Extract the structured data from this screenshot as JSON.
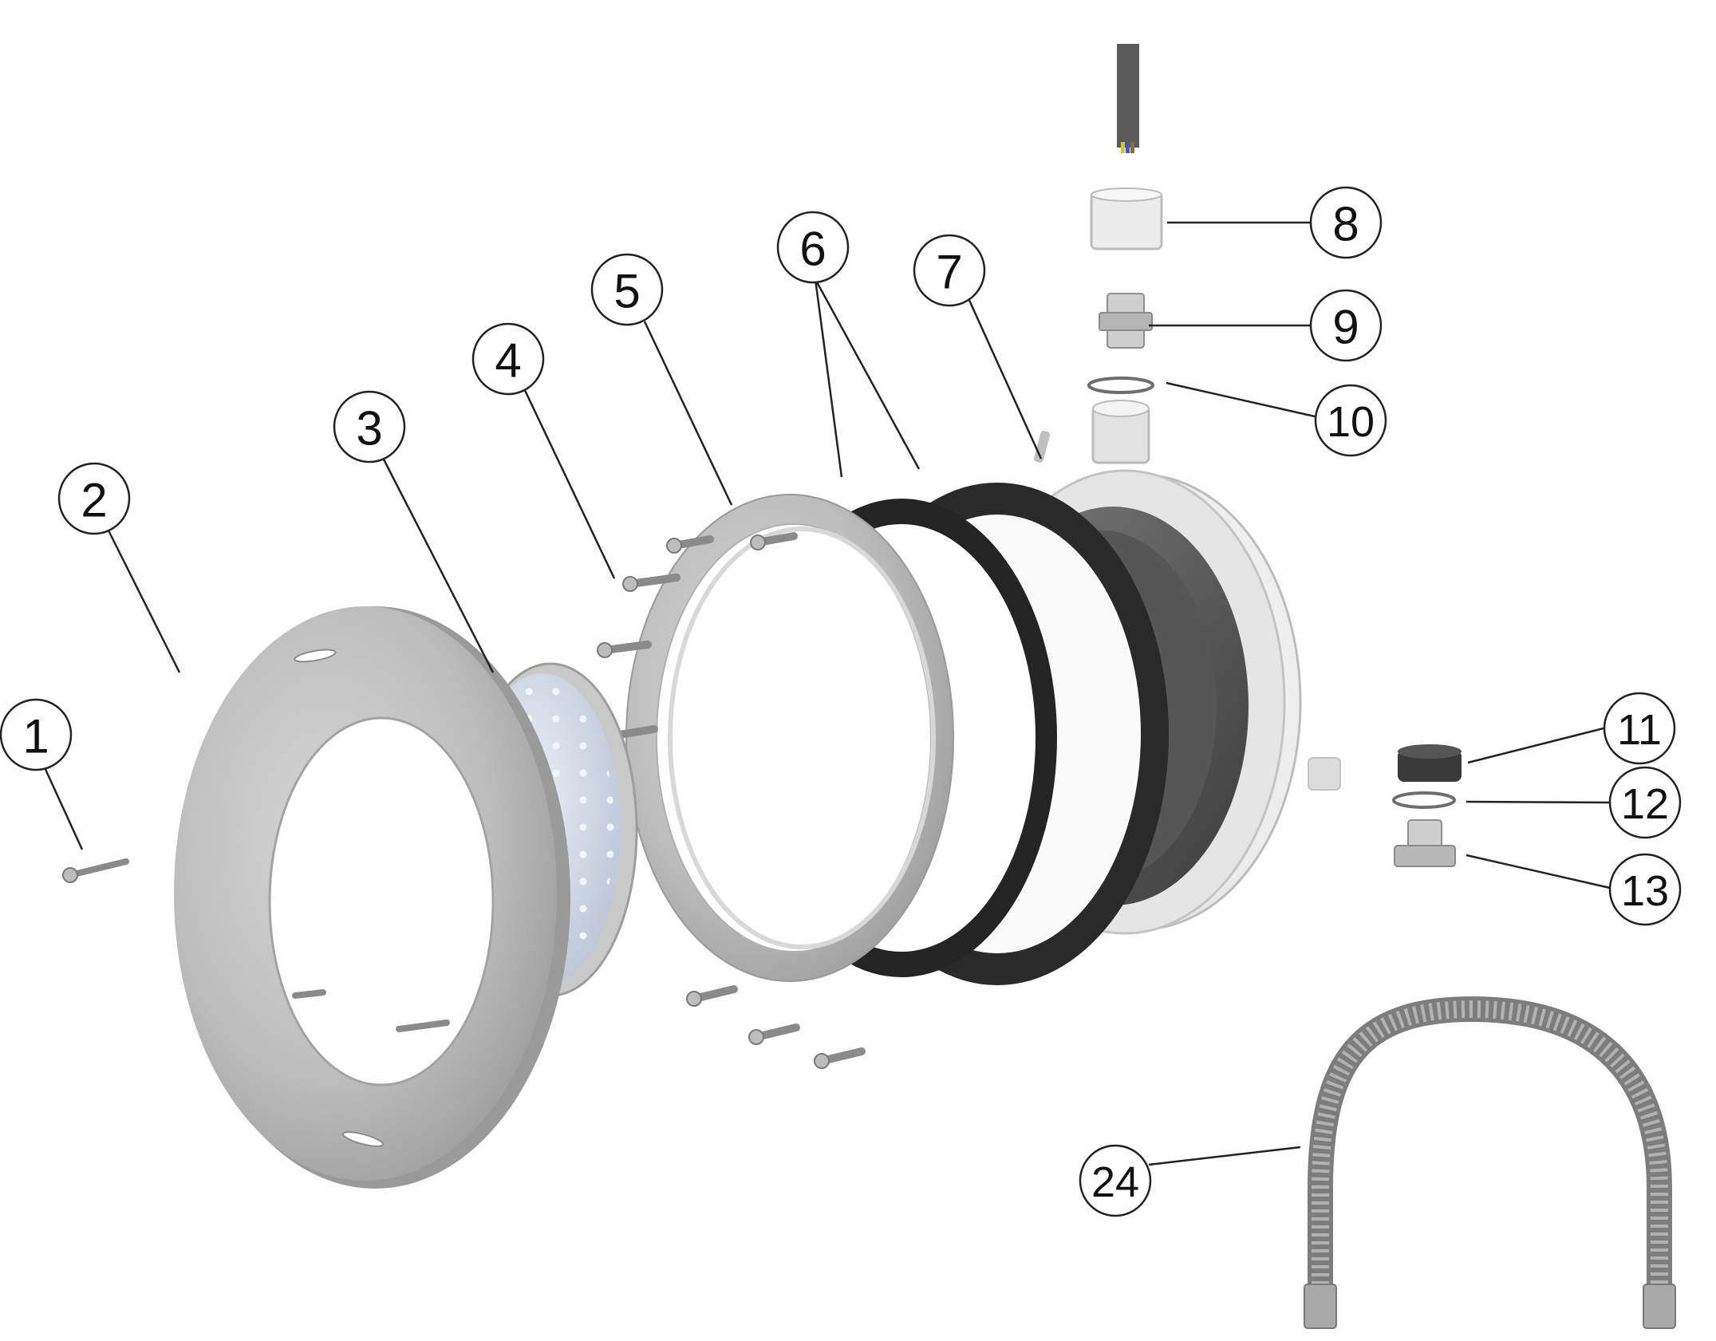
{
  "callouts": [
    {
      "id": "c1",
      "label": "1"
    },
    {
      "id": "c2",
      "label": "2"
    },
    {
      "id": "c3",
      "label": "3"
    },
    {
      "id": "c4",
      "label": "4"
    },
    {
      "id": "c5",
      "label": "5"
    },
    {
      "id": "c6",
      "label": "6"
    },
    {
      "id": "c7",
      "label": "7"
    },
    {
      "id": "c8",
      "label": "8"
    },
    {
      "id": "c9",
      "label": "9"
    },
    {
      "id": "c10",
      "label": "10"
    },
    {
      "id": "c11",
      "label": "11"
    },
    {
      "id": "c12",
      "label": "12"
    },
    {
      "id": "c13",
      "label": "13"
    },
    {
      "id": "c24",
      "label": "24"
    }
  ],
  "colors": {
    "steel": "#b9b9b9",
    "steel_dark": "#8e8e8e",
    "gasket": "#2a2a2a",
    "housing": "#e9e9e9",
    "lamp_glass": "#c8d4e8",
    "hose": "#9c9c9c",
    "leader": "#222222"
  }
}
